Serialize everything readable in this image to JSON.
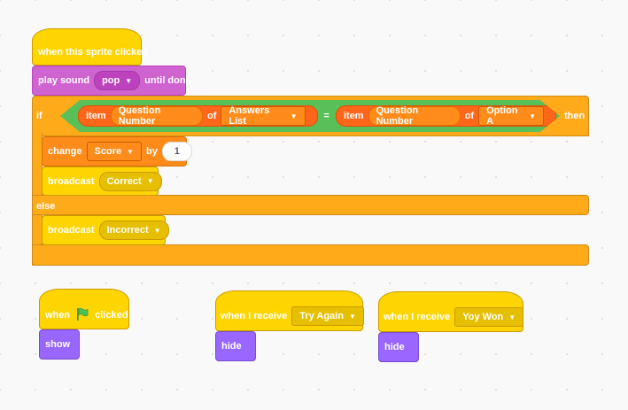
{
  "main_script": {
    "hat_label": "when this sprite clicked",
    "play_sound": {
      "label": "play sound",
      "sound": "pop",
      "suffix": "until done"
    },
    "if_label": "if",
    "then_label": "then",
    "else_label": "else",
    "condition": {
      "left": {
        "item_label": "item",
        "index": "Question Number",
        "of_label": "of",
        "list": "Answers List"
      },
      "operator": "=",
      "right": {
        "item_label": "item",
        "index": "Question Number",
        "of_label": "of",
        "list": "Option A"
      }
    },
    "change_block": {
      "label": "change",
      "variable": "Score",
      "by_label": "by",
      "value": "1"
    },
    "broadcast_correct": {
      "label": "broadcast",
      "message": "Correct"
    },
    "broadcast_incorrect": {
      "label": "broadcast",
      "message": "Incorrect"
    }
  },
  "flag_script": {
    "when_label": "when",
    "clicked_label": "clicked",
    "show_label": "show",
    "flag_color": "#4cbf56"
  },
  "try_again_script": {
    "hat_label": "when I receive",
    "message": "Try Again",
    "action": "hide"
  },
  "yoy_won_script": {
    "hat_label": "when I receive",
    "message": "Yoy Won",
    "action": "hide"
  },
  "icons": {
    "dropdown": "dropdown-arrow-icon",
    "flag": "green-flag-icon"
  },
  "colors": {
    "events": "#ffd500",
    "sound": "#cf63cf",
    "control": "#ffab19",
    "variables": "#ff8c1a",
    "operators": "#59c059",
    "looks": "#9966ff"
  }
}
